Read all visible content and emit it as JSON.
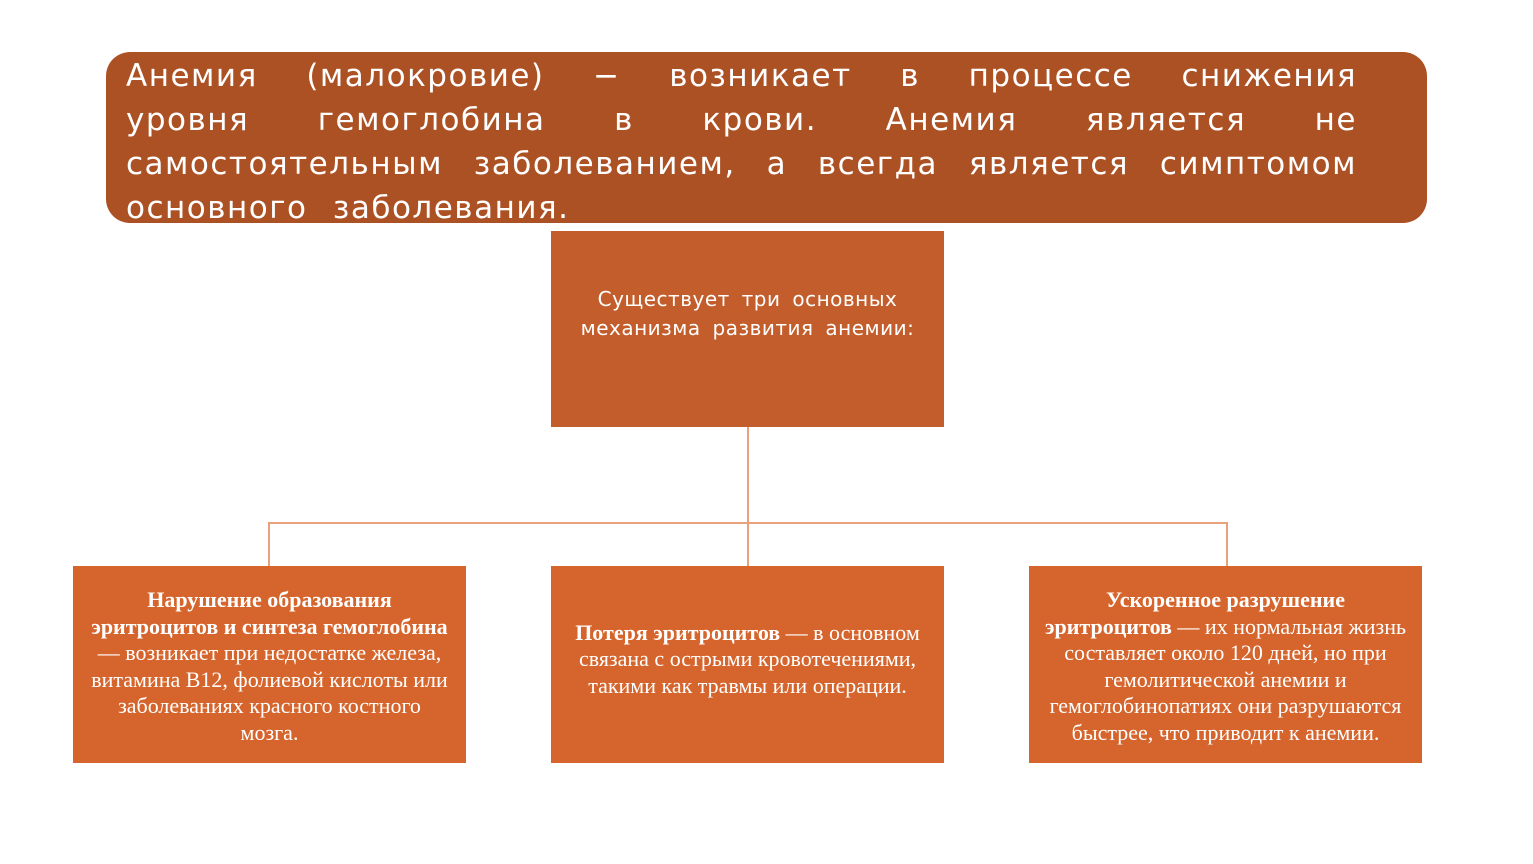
{
  "banner": {
    "text": "Анемия (малокровие) − возникает в процессе снижения уровня гемоглобина в крови. Анемия является не самостоятельным заболеванием, а всегда является симптомом основного заболевания."
  },
  "root": {
    "text": "Существует три основных механизма развития анемии:"
  },
  "branches": [
    {
      "title": "Нарушение образования эритроцитов и синтеза гемоглобина",
      "text": " — возникает при недостатке железа, витамина B12, фолиевой кислоты или заболеваниях красного костного мозга."
    },
    {
      "title": "Потеря эритроцитов",
      "text": " — в основном связана с острыми кровотечениями, такими как травмы или операции."
    },
    {
      "title": "Ускоренное разрушение эритроцитов",
      "text": " — их нормальная жизнь составляет около 120 дней, но при гемолитической анемии и гемоглобинопатиях они разрушаются быстрее, что приводит к анемии."
    }
  ],
  "colors": {
    "banner": "#ac5124",
    "root_box": "#c35d2b",
    "child_box": "#d5652c",
    "connector": "#e9a17c",
    "text": "#ffffff"
  }
}
